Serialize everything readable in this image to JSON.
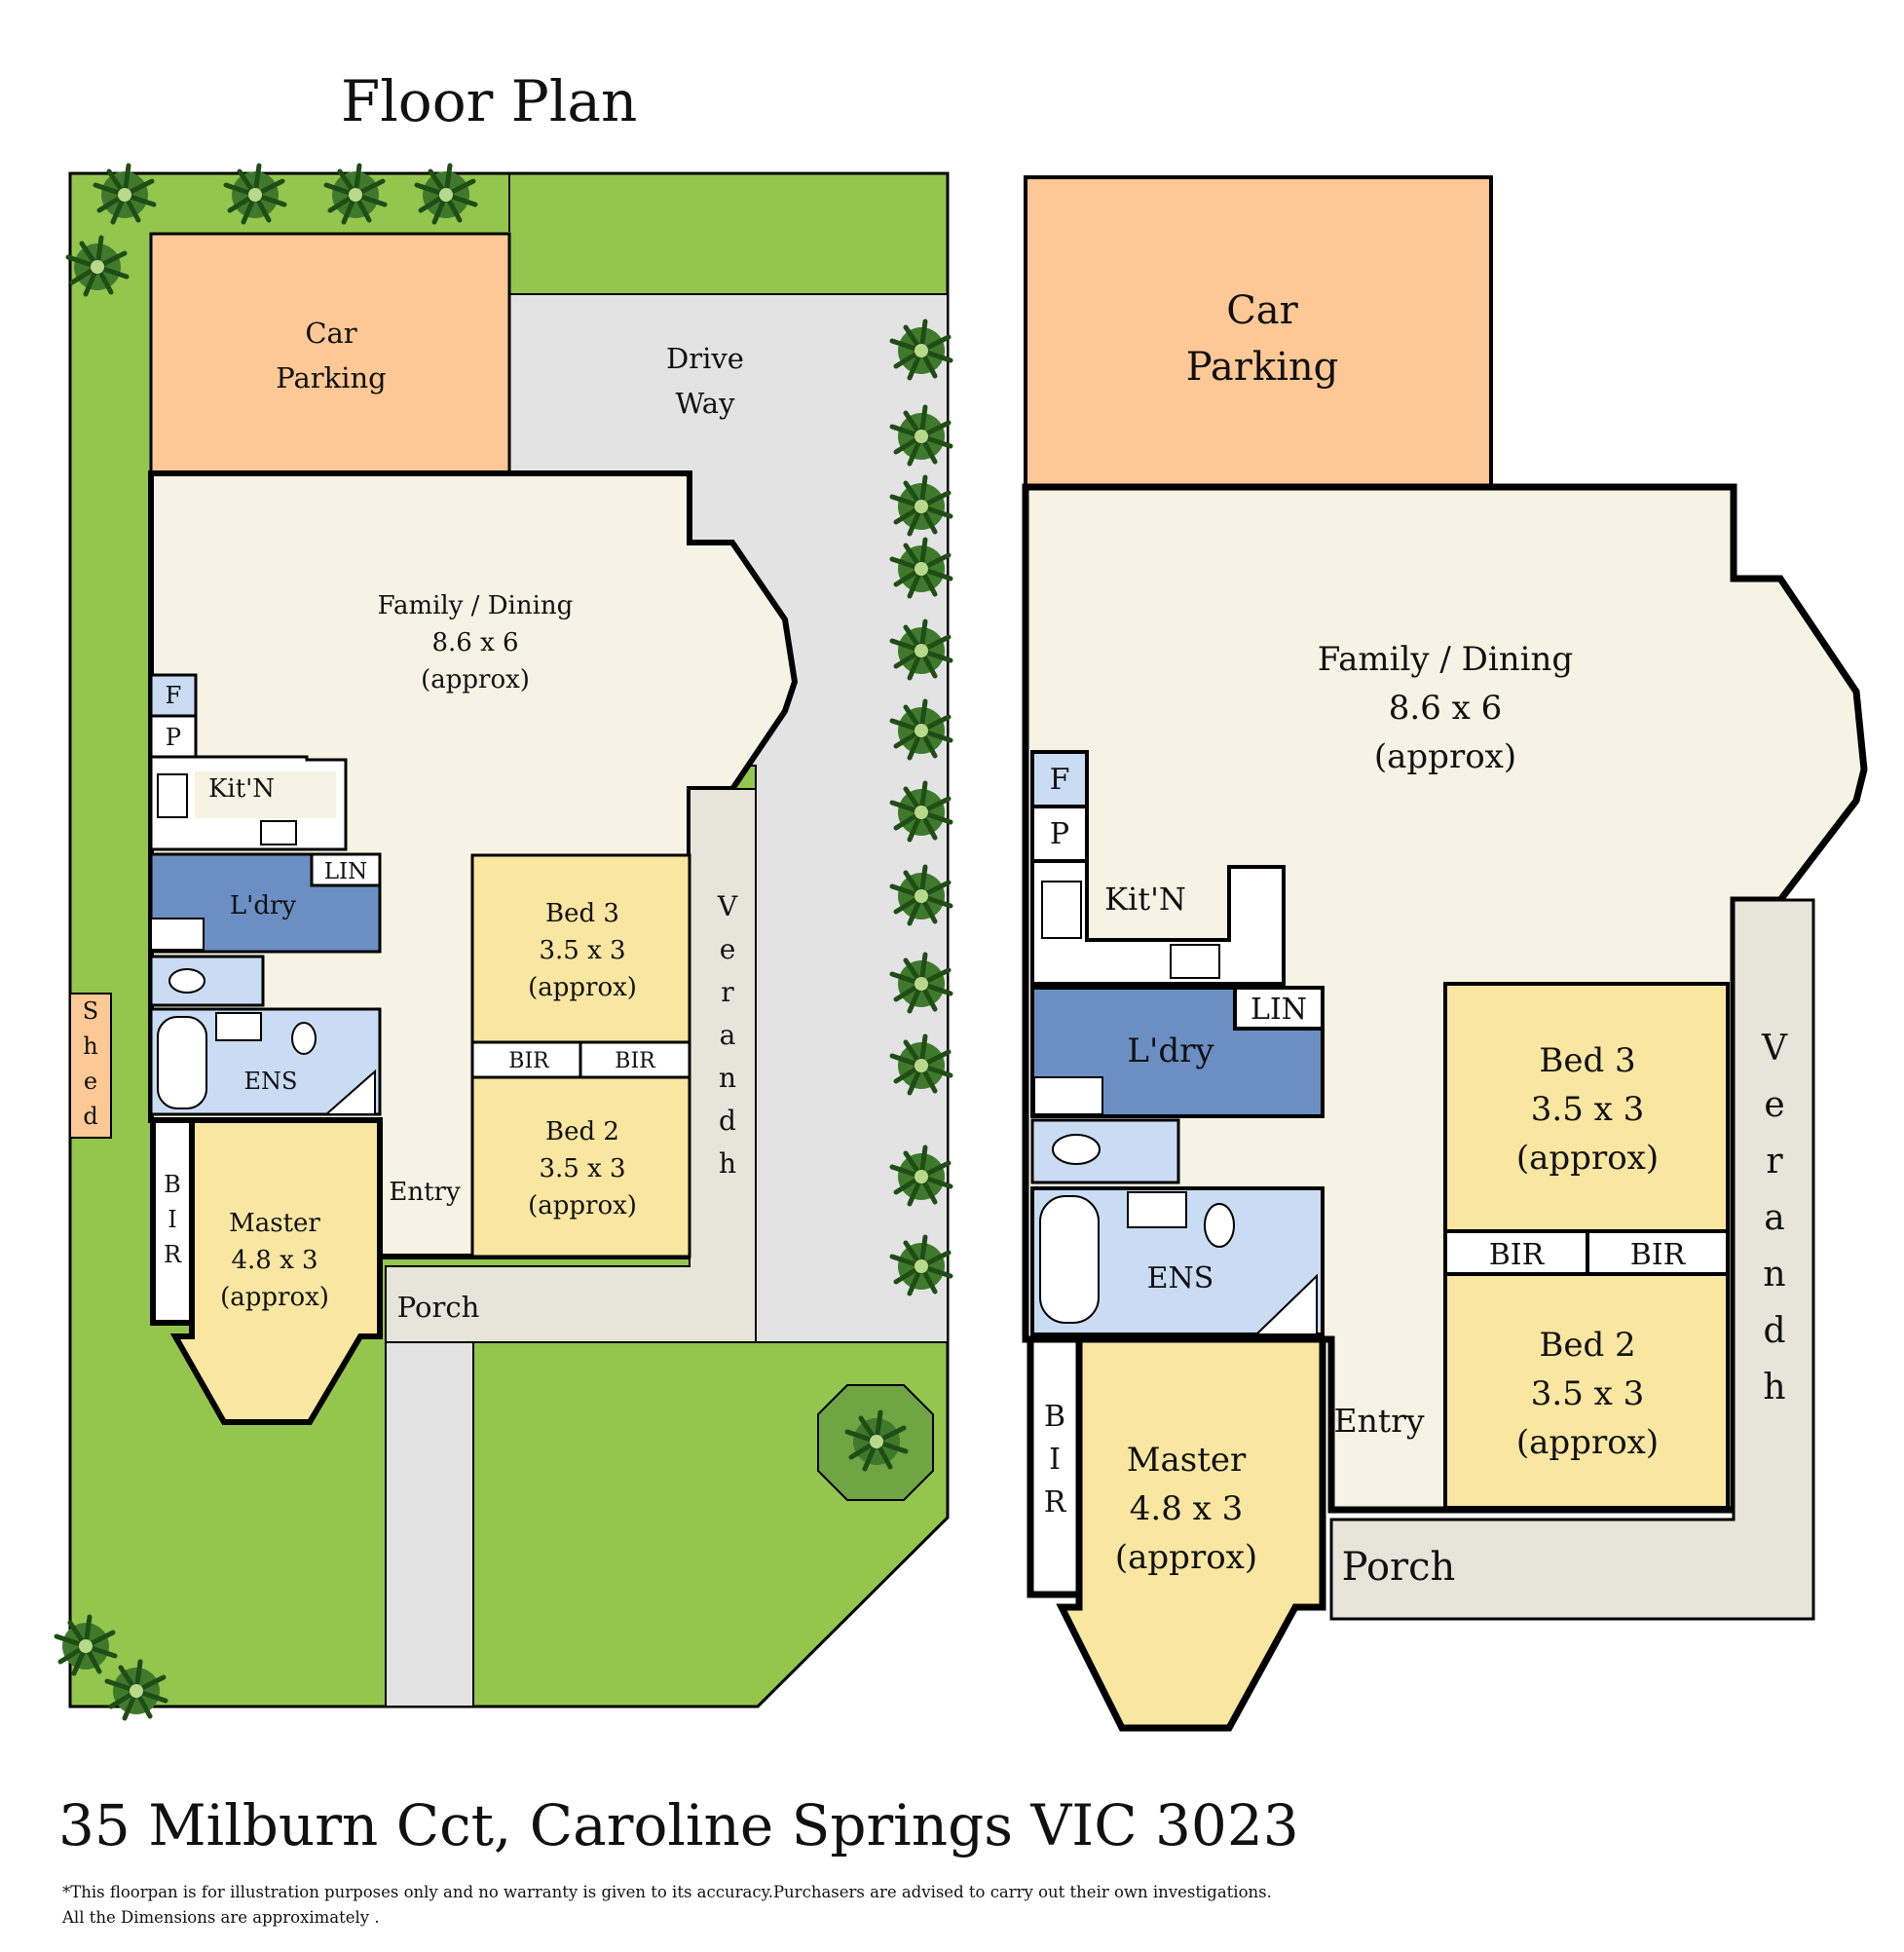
{
  "title": "Floor Plan",
  "address": "35 Milburn Cct, Caroline Springs VIC 3023",
  "disclaimer": {
    "line1": "*This floorpan is for illustration purposes only and no warranty is given to its accuracy.Purchasers are advised to carry out their own investigations.",
    "line2": "All the Dimensions are approximately ."
  },
  "colors": {
    "garden": "#94c64e",
    "driveway": "#e3e3e3",
    "car_parking": "#fdc895",
    "living": "#f6f3e4",
    "bedroom": "#f8e6a1",
    "laundry": "#6b8fc3",
    "wet_area": "#c9dcf4",
    "verandah": "#e7e5da",
    "wall": "#000000"
  },
  "site_plan": {
    "car_parking": [
      "Car",
      "Parking"
    ],
    "drive_way": [
      "Drive",
      "Way"
    ],
    "family_dining": [
      "Family / Dining",
      "8.6 x 6",
      "(approx)"
    ],
    "fridge": "F",
    "pantry": "P",
    "kitchen": "Kit'N",
    "linen": "LIN",
    "laundry": "L'dry",
    "ensuite": "ENS",
    "bed3": [
      "Bed 3",
      "3.5 x 3",
      "(approx)"
    ],
    "bir_left": "BIR",
    "bir_right": "BIR",
    "bed2": [
      "Bed 2",
      "3.5 x 3",
      "(approx)"
    ],
    "verandah": [
      "V",
      "e",
      "r",
      "a",
      "n",
      "d",
      "h"
    ],
    "shed": [
      "S",
      "h",
      "e",
      "d"
    ],
    "master_bir": [
      "B",
      "I",
      "R"
    ],
    "master": [
      "Master",
      "4.8 x 3",
      "(approx)"
    ],
    "entry": "Entry",
    "porch": "Porch"
  },
  "floor_plan": {
    "car_parking": [
      "Car",
      "Parking"
    ],
    "family_dining": [
      "Family / Dining",
      "8.6 x 6",
      "(approx)"
    ],
    "fridge": "F",
    "pantry": "P",
    "kitchen": "Kit'N",
    "linen": "LIN",
    "laundry": "L'dry",
    "ensuite": "ENS",
    "bed3": [
      "Bed 3",
      "3.5 x 3",
      "(approx)"
    ],
    "bir_left": "BIR",
    "bir_right": "BIR",
    "bed2": [
      "Bed 2",
      "3.5 x 3",
      "(approx)"
    ],
    "verandah": [
      "V",
      "e",
      "r",
      "a",
      "n",
      "d",
      "h"
    ],
    "master_bir": [
      "B",
      "I",
      "R"
    ],
    "master": [
      "Master",
      "4.8 x 3",
      "(approx)"
    ],
    "entry": "Entry",
    "porch": "Porch"
  }
}
